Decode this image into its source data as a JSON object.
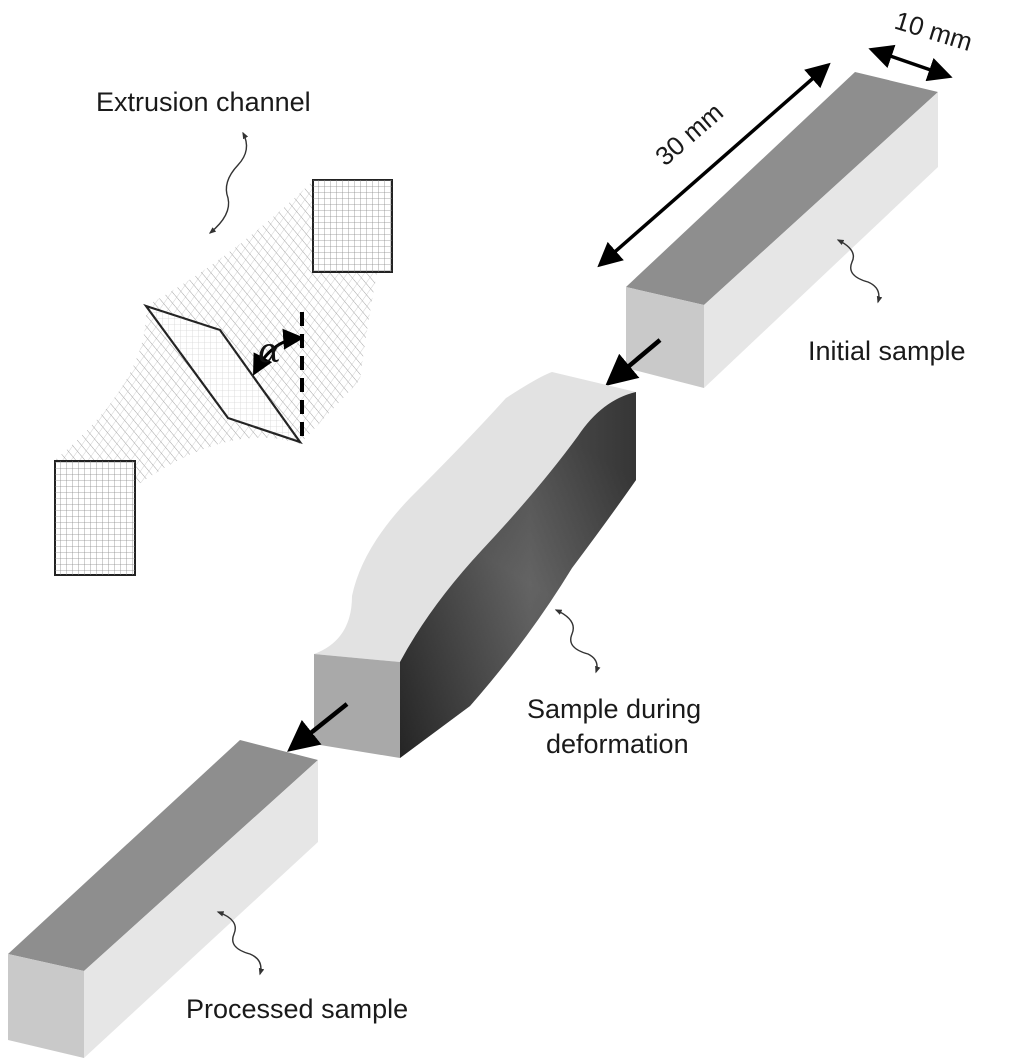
{
  "labels": {
    "extrusion_channel": "Extrusion channel",
    "initial_sample": "Initial sample",
    "sample_during_line1": "Sample during",
    "sample_during_line2": "deformation",
    "processed_sample": "Processed sample",
    "dim_length": "30 mm",
    "dim_width": "10 mm",
    "angle": "α"
  },
  "colors": {
    "top_face": "#8e8e8e",
    "side_face": "#e6e6e6",
    "end_face": "#c9c9c9",
    "dark_face": "#3a3a3a",
    "grid": "#9a9a9a",
    "stroke": "#111111"
  }
}
